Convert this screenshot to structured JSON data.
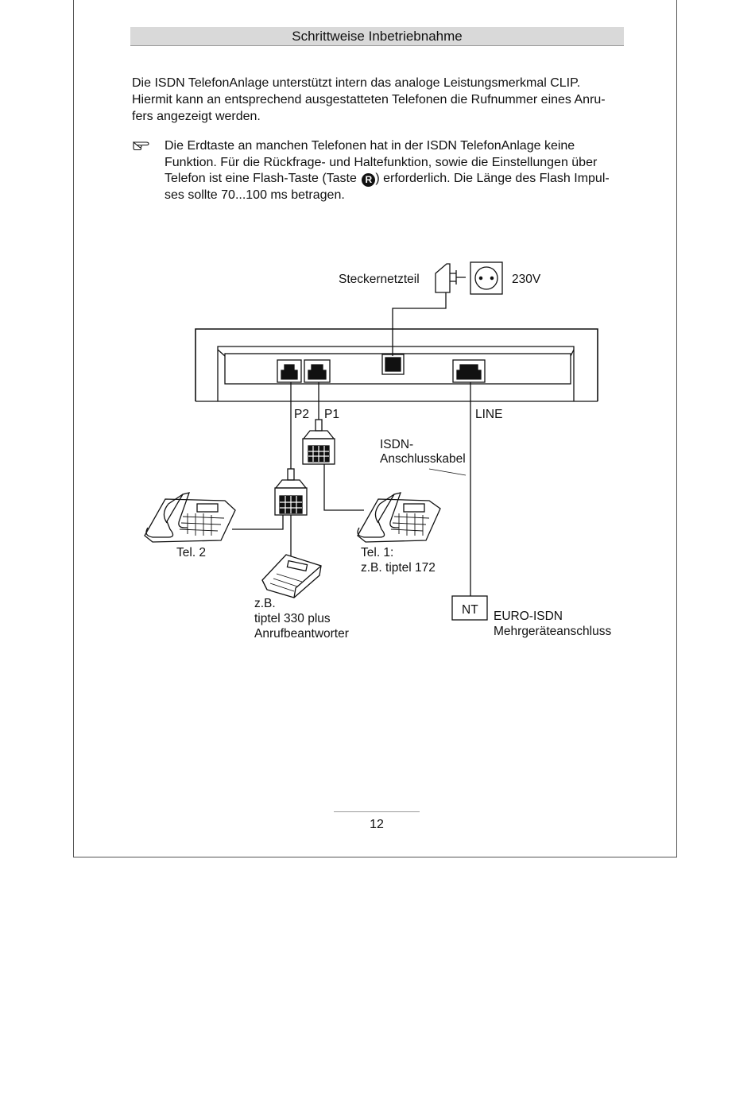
{
  "header": {
    "title": "Schrittweise Inbetriebnahme"
  },
  "intro": {
    "lines": [
      "Die ISDN TelefonAnlage unterstützt intern das analoge Leistungsmerkmal CLIP.",
      "Hiermit kann an entsprechend ausgestatteten Telefonen die Rufnummer eines Anru-",
      "fers angezeigt werden."
    ]
  },
  "note": {
    "icon": "pointing-hand-icon",
    "line1": "Die Erdtaste an manchen Telefonen hat in der ISDN TelefonAnlage keine",
    "line2": "Funktion. Für die Rückfrage- und Haltefunktion, sowie die Einstellungen über",
    "line3_before": "Telefon ist eine Flash-Taste (Taste ",
    "key_label": "R",
    "line3_after": ") erforderlich. Die Länge des Flash Impul-",
    "line4": "ses sollte 70...100 ms betragen."
  },
  "diagram": {
    "power_supply": "Steckernetzteil",
    "voltage": "230V",
    "port_p2": "P2",
    "port_p1": "P1",
    "port_line": "LINE",
    "isdn_cable_1": "ISDN-",
    "isdn_cable_2": "Anschlusskabel",
    "tel2": "Tel. 2",
    "tel1_1": "Tel. 1:",
    "tel1_2": "z.B. tiptel 172",
    "ab_1": "z.B.",
    "ab_2": "tiptel 330 plus",
    "ab_3": "Anrufbeantworter",
    "nt": "NT",
    "euro_1": "EURO-ISDN",
    "euro_2": "Mehrgeräteanschluss"
  },
  "footer": {
    "page_number": "12"
  }
}
